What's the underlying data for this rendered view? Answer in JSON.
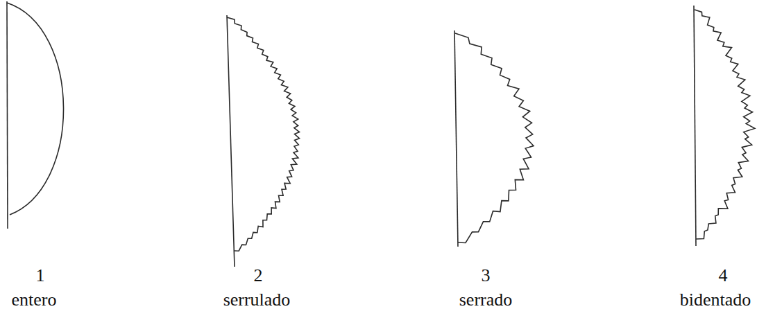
{
  "diagram": {
    "labels": [
      "1",
      "entero",
      "2",
      "serrulado",
      "3",
      "serrado",
      "4",
      "bidentado"
    ]
  }
}
